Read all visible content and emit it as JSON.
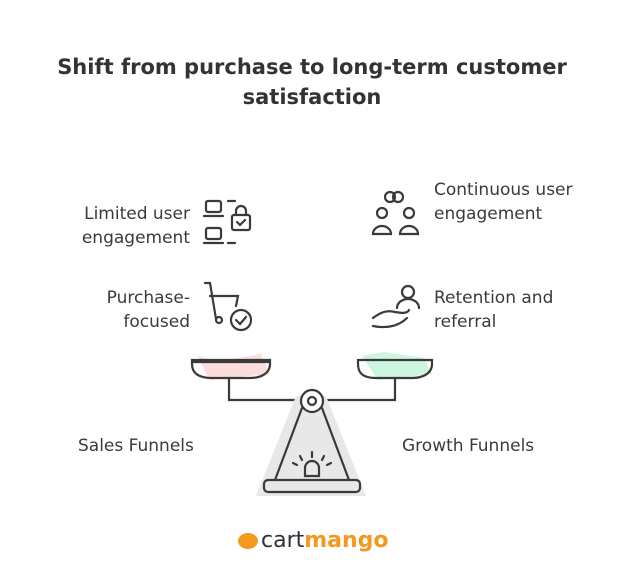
{
  "title": "Shift from purchase to long-term customer satisfaction",
  "left": {
    "top": "Limited user engagement",
    "bottom": "Purchase-focused",
    "caption": "Sales Funnels",
    "pan_color": "#fddcdc"
  },
  "right": {
    "top": "Continuous user engagement",
    "bottom": "Retention and referral",
    "caption": "Growth Funnels",
    "pan_color": "#cdf5e0"
  },
  "logo": {
    "part1": "cart",
    "part2": "mango",
    "accent": "#f39a1e"
  }
}
